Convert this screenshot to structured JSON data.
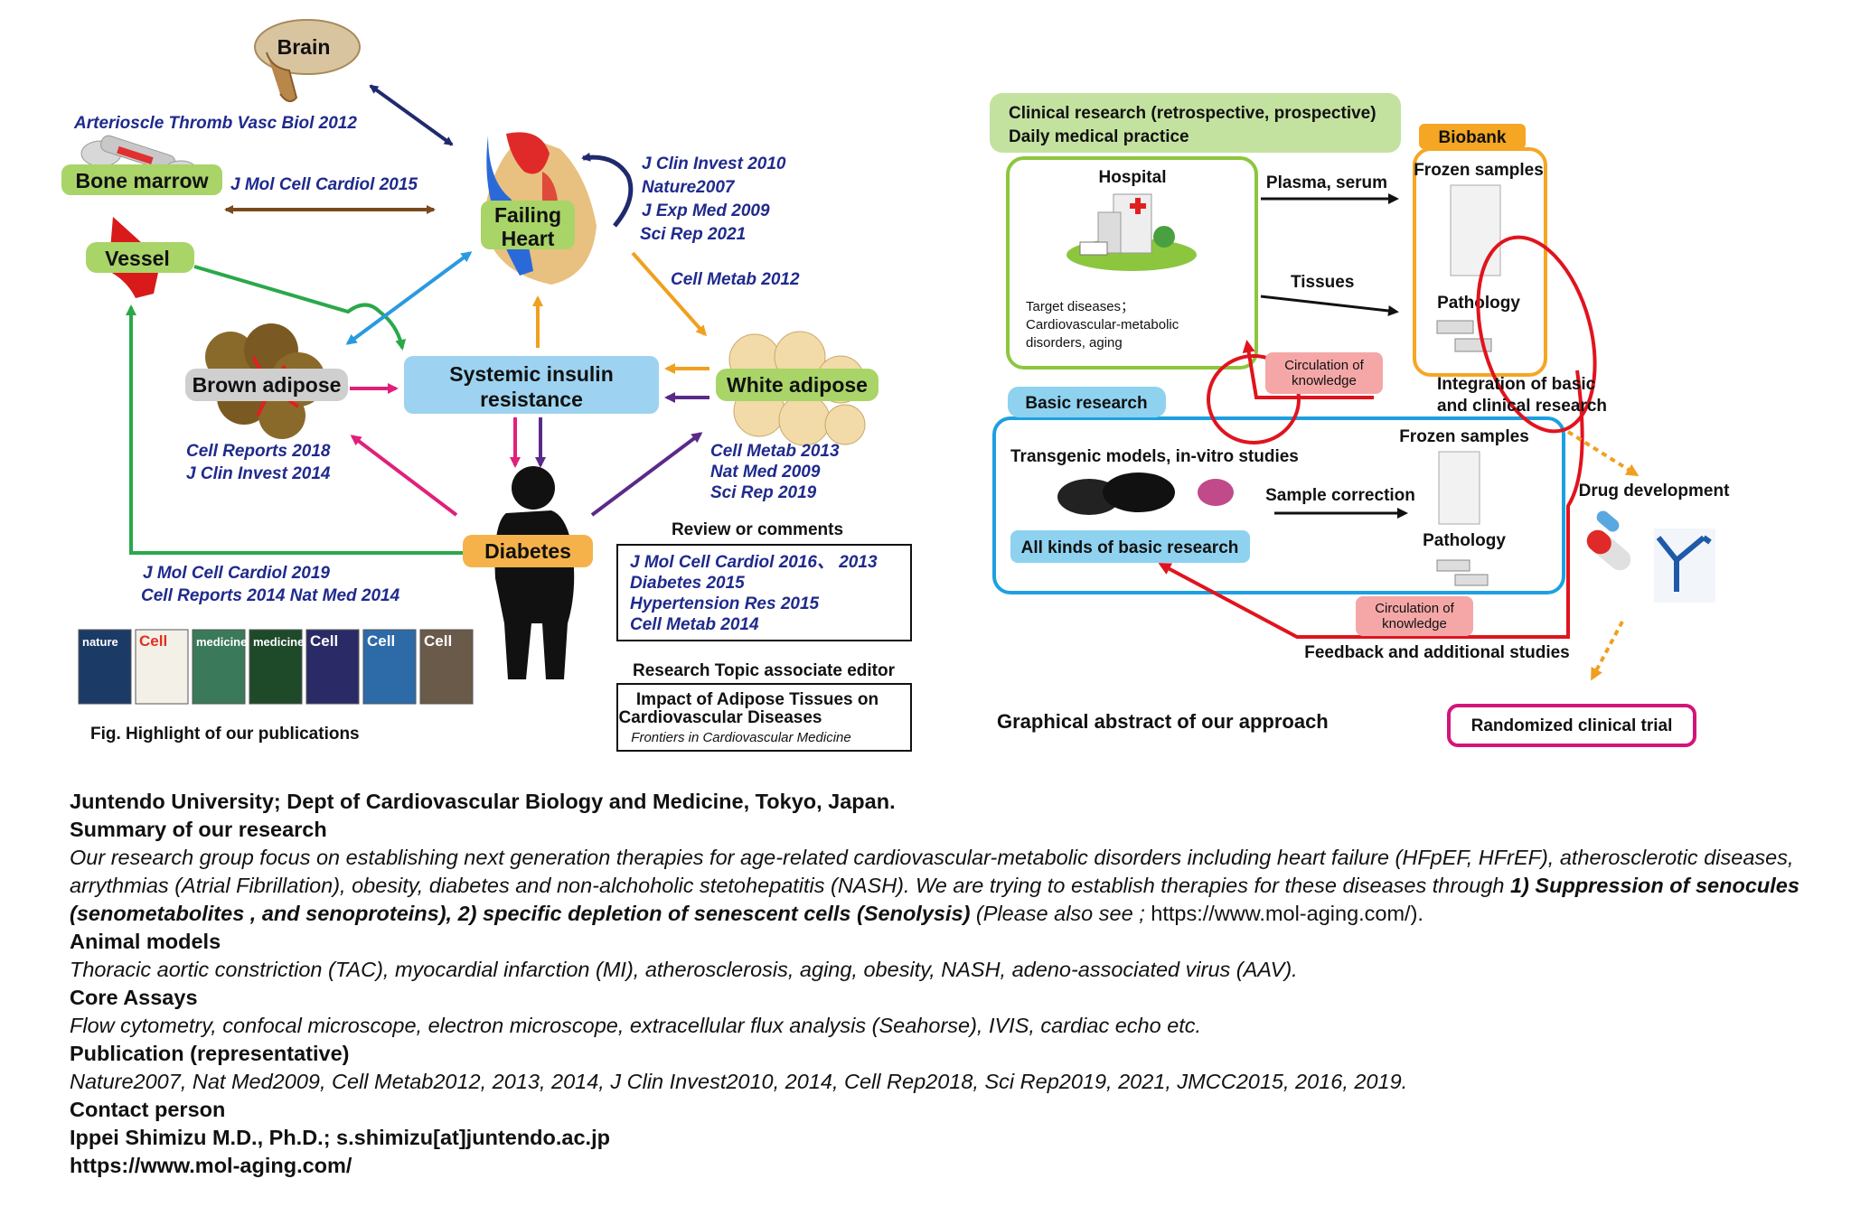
{
  "left_diagram": {
    "nodes": {
      "brain": "Brain",
      "bone_marrow": "Bone marrow",
      "vessel": "Vessel",
      "failing_heart": [
        "Failing",
        "Heart"
      ],
      "brown_adipose": "Brown adipose",
      "systemic_insulin_resistance": [
        "Systemic insulin",
        "resistance"
      ],
      "white_adipose": "White adipose",
      "diabetes": "Diabetes"
    },
    "refs": {
      "brain": "Arterioscle Thromb Vasc Biol 2012",
      "bone_marrow": "J Mol Cell Cardiol 2015",
      "heart": [
        "J Clin Invest 2010",
        "Nature2007",
        "J Exp Med 2009",
        "Sci Rep 2021"
      ],
      "white_adipose_heart": "Cell Metab 2012",
      "brown_adipose": [
        "Cell Reports 2018",
        "J Clin Invest 2014"
      ],
      "white_adipose": [
        "Cell Metab 2013",
        "Nat Med 2009",
        "Sci Rep 2019"
      ],
      "vessel_diabetes": [
        "J Mol Cell Cardiol 2019",
        "Cell Reports 2014  Nat Med 2014"
      ]
    },
    "review_title": "Review or comments",
    "review_items": [
      "J Mol Cell Cardiol 2016、 2013",
      "Diabetes 2015",
      "Hypertension Res 2015",
      "Cell Metab 2014"
    ],
    "editor_title": "Research Topic associate editor",
    "editor_topic": [
      "Impact of Adipose Tissues on",
      "Cardiovascular Diseases"
    ],
    "editor_journal": "Frontiers in Cardiovascular Medicine",
    "covers": [
      {
        "text": "nature",
        "bg": "#1b3a66"
      },
      {
        "text": "Cell",
        "bg": "#f3f0e8"
      },
      {
        "text": "medicine",
        "bg": "#3a7a5a"
      },
      {
        "text": "medicine",
        "bg": "#1f4a2a"
      },
      {
        "text": "Cell",
        "bg": "#2a2a66"
      },
      {
        "text": "Cell",
        "bg": "#2d6aa8"
      },
      {
        "text": "Cell",
        "bg": "#6a5a4a"
      }
    ],
    "caption": "Fig. Highlight of our publications"
  },
  "right_diagram": {
    "clinical_banner": [
      "Clinical research (retrospective, prospective)",
      "Daily medical practice"
    ],
    "biobank": "Biobank",
    "hospital": "Hospital",
    "target_diseases": [
      "Target diseases；",
      "Cardiovascular-metabolic",
      "disorders, aging"
    ],
    "plasma_serum": "Plasma, serum",
    "tissues": "Tissues",
    "frozen_samples": "Frozen samples",
    "pathology": "Pathology",
    "circulation": [
      "Circulation of",
      "knowledge"
    ],
    "integration": [
      "Integration of basic",
      "and clinical research"
    ],
    "basic_research": "Basic research",
    "transgenic": "Transgenic models, in-vitro studies",
    "sample_correction": "Sample correction",
    "all_kinds": "All kinds of basic research",
    "drug_development": "Drug development",
    "feedback": "Feedback and additional studies",
    "caption": "Graphical abstract of our approach",
    "rct": "Randomized clinical trial"
  },
  "info": {
    "affiliation": "Juntendo University; Dept of Cardiovascular Biology and Medicine, Tokyo, Japan.",
    "summary_heading": "Summary of our research",
    "summary_text_1": "Our research group focus on establishing next generation therapies for age-related cardiovascular-metabolic disorders including heart failure (HFpEF, HFrEF), atherosclerotic diseases, arrythmias (Atrial Fibrillation), obesity, diabetes and non-alchoholic stetohepatitis (NASH). We are trying to establish therapies for these diseases through ",
    "summary_text_bold": "1) Suppression of senocules (senometabolites , and senoproteins), 2) specific depletion of senescent cells (Senolysis)",
    "summary_text_2": " (Please also see ; ",
    "summary_link": "https://www.mol-aging.com/",
    "summary_text_3": ").",
    "animal_heading": "Animal models",
    "animal_text": "Thoracic aortic constriction (TAC), myocardial infarction (MI), atherosclerosis, aging, obesity, NASH, adeno-associated virus (AAV).",
    "core_heading": "Core Assays",
    "core_text": "Flow cytometry, confocal microscope, electron microscope, extracellular flux analysis (Seahorse), IVIS, cardiac echo etc.",
    "pub_heading": "Publication (representative)",
    "pub_text": "Nature2007, Nat Med2009, Cell Metab2012, 2013, 2014, J Clin Invest2010, 2014, Cell Rep2018, Sci Rep2019, 2021, JMCC2015, 2016, 2019.",
    "contact_heading": "Contact person",
    "contact_text": "Ippei Shimizu M.D., Ph.D.; s.shimizu[at]juntendo.ac.jp",
    "website": "https://www.mol-aging.com/"
  }
}
